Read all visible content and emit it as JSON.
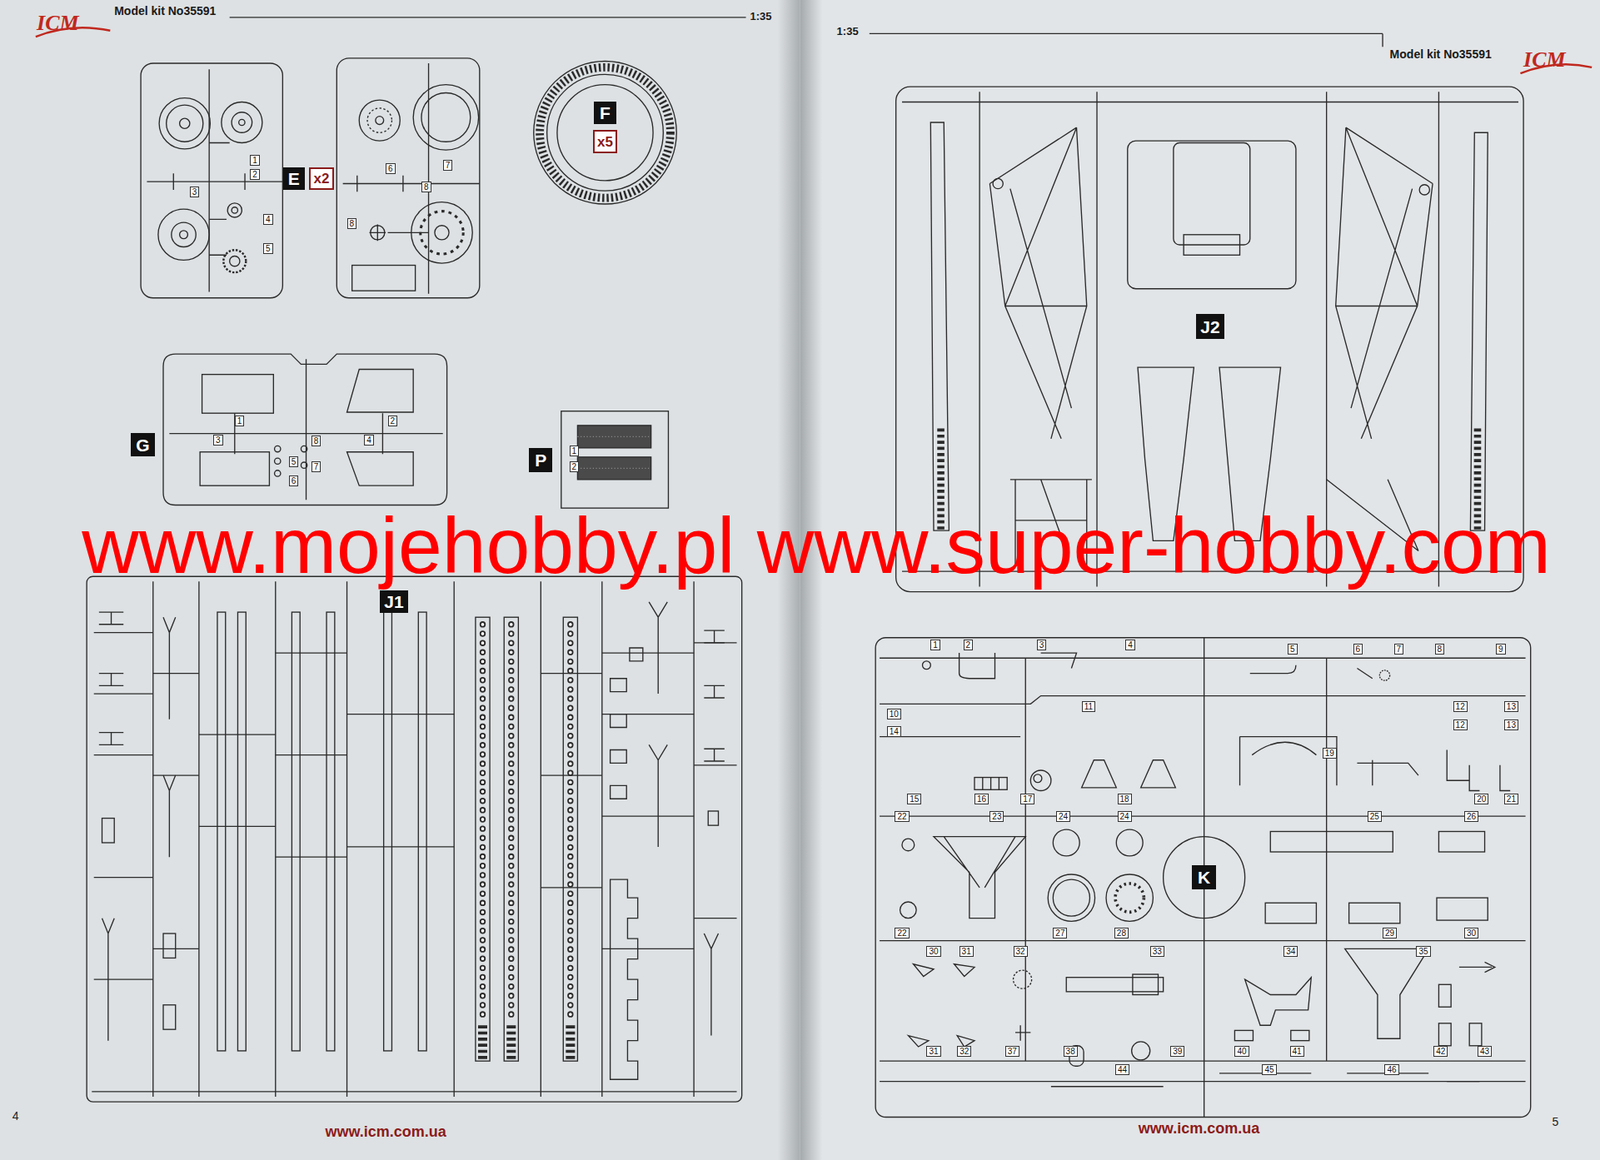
{
  "diagram": {
    "nodes": [
      {
        "text": [
          "E"
        ]
      },
      {
        "text": [
          "x2"
        ]
      },
      {
        "text": [
          "F"
        ]
      },
      {
        "text": [
          "x5"
        ]
      },
      {
        "text": [
          "G"
        ]
      },
      {
        "text": [
          "P"
        ]
      },
      {
        "text": [
          "J1"
        ]
      },
      {
        "text": [
          "J2"
        ]
      },
      {
        "text": [
          "K"
        ]
      }
    ],
    "labels": [
      "ICM",
      "Model kit No35591",
      "1:35",
      "1:35",
      "Model kit No35591",
      "ICM",
      "www.mojehobby.pl www.super-hobby.com",
      "4",
      "www.icm.com.ua",
      "www.icm.com.ua",
      "5",
      "1",
      "2",
      "3",
      "4",
      "5",
      "6",
      "7",
      "8",
      "8",
      "1",
      "2",
      "3",
      "4",
      "5",
      "6",
      "7",
      "8",
      "1",
      "2",
      "1",
      "2",
      "3",
      "4",
      "5",
      "6",
      "7",
      "8",
      "9",
      "10",
      "11",
      "12",
      "13",
      "14",
      "12",
      "13",
      "19",
      "15",
      "16",
      "17",
      "18",
      "20",
      "21",
      "22",
      "23",
      "24",
      "24",
      "25",
      "26",
      "22",
      "27",
      "28",
      "29",
      "30",
      "30",
      "31",
      "32",
      "33",
      "34",
      "35",
      "31",
      "32",
      "37",
      "38",
      "39",
      "40",
      "41",
      "42",
      "43",
      "44",
      "45",
      "46"
    ]
  }
}
